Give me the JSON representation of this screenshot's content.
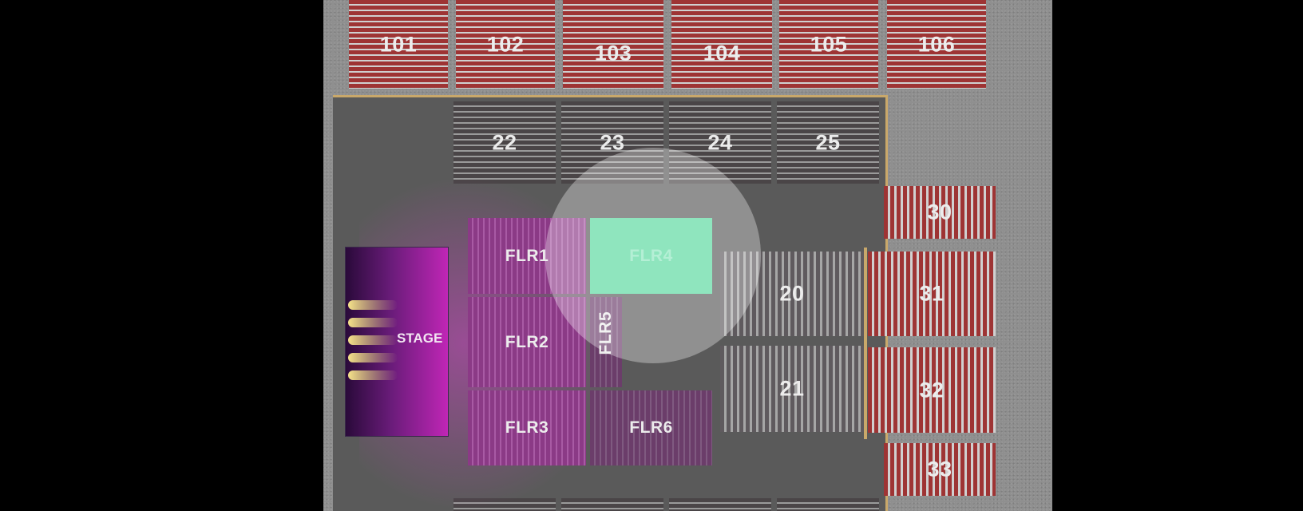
{
  "seat_map": {
    "upper_sections": [
      "101",
      "102",
      "103",
      "104",
      "105",
      "106"
    ],
    "lower_sections": [
      "22",
      "23",
      "24",
      "25"
    ],
    "side_sections": [
      "30",
      "31",
      "32",
      "33"
    ],
    "center_sections": [
      "20",
      "21"
    ],
    "floor_sections": [
      "FLR1",
      "FLR2",
      "FLR3",
      "FLR4",
      "FLR5",
      "FLR6"
    ],
    "stage_label": "STAGE",
    "selected_section": "FLR4",
    "colors": {
      "selected": "#59d99e",
      "upper": "#9e3434",
      "floor": "#9a46a0",
      "stage": "#c026b6"
    }
  }
}
